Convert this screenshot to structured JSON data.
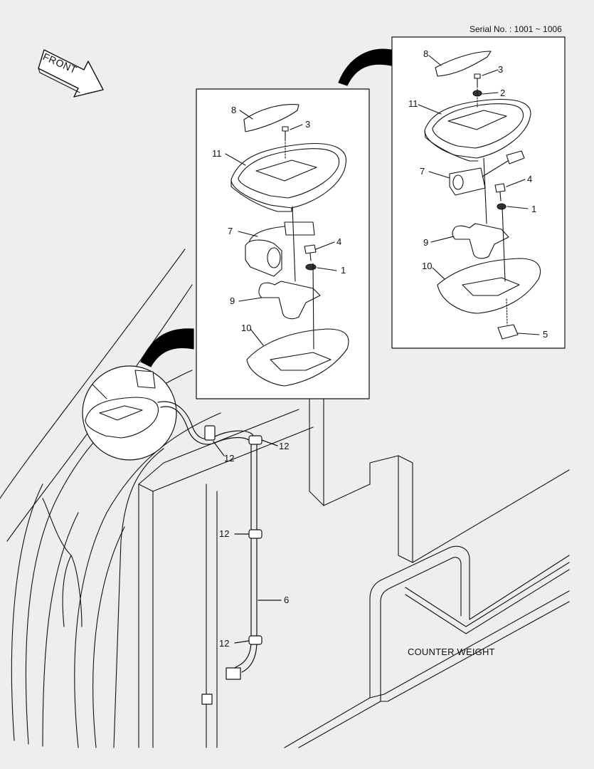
{
  "header": {
    "serial": "Serial No. : 1001 ~ 1006"
  },
  "direction": {
    "front_label": "FRONT"
  },
  "area_labels": {
    "counter_weight": "COUNTER WEIGHT"
  },
  "detail_a": {
    "callouts": {
      "p8": "8",
      "p3": "3",
      "p11": "11",
      "p7": "7",
      "p4": "4",
      "p1": "1",
      "p9": "9",
      "p10": "10"
    }
  },
  "detail_b": {
    "callouts": {
      "p8": "8",
      "p3": "3",
      "p2": "2",
      "p11": "11",
      "p7": "7",
      "p4": "4",
      "p1": "1",
      "p9": "9",
      "p10": "10",
      "p5": "5"
    }
  },
  "harness": {
    "callouts": {
      "c12a": "12",
      "c12b": "12",
      "c12c": "12",
      "c12d": "12",
      "c6": "6"
    }
  },
  "colors": {
    "background": "#eeeeee",
    "line": "#111111",
    "panel": "#ffffff",
    "arrow": "#000000"
  }
}
